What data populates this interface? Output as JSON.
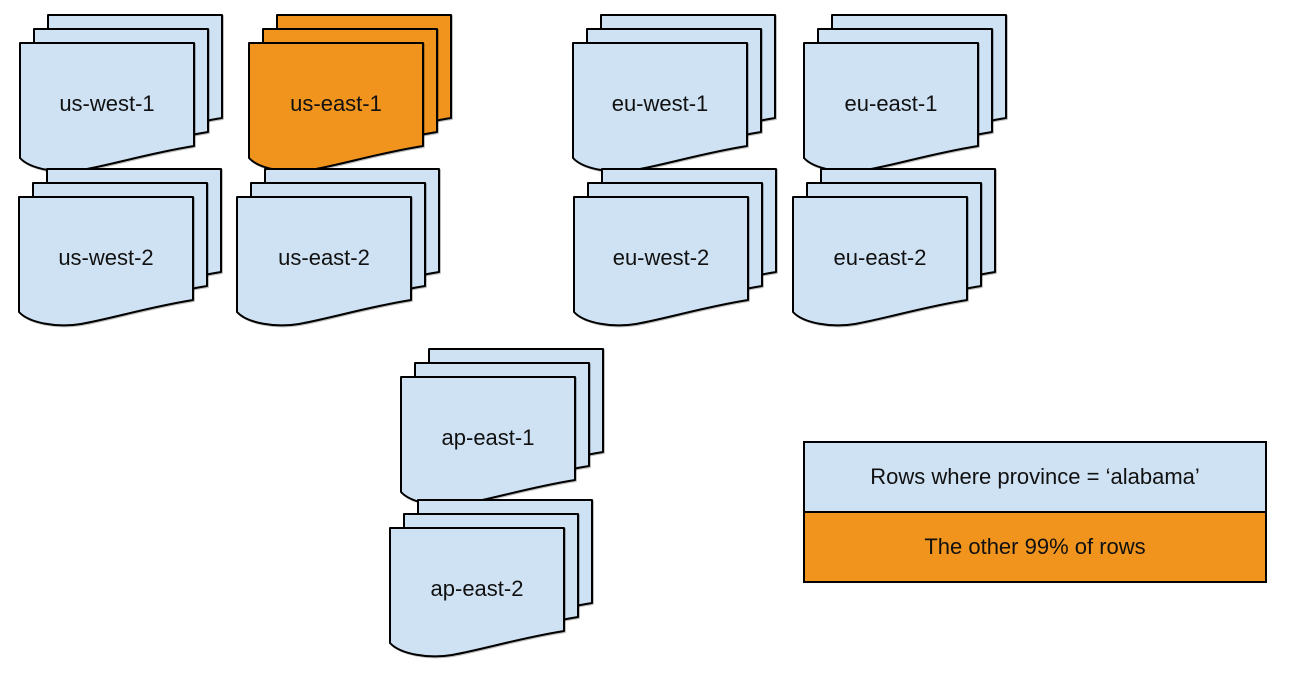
{
  "colors": {
    "doc-blue": "#cfe2f3",
    "doc-orange": "#f0941e",
    "stroke": "#000000",
    "text": "#111111"
  },
  "stacks": [
    {
      "label": "us-west-1",
      "highlighted": false
    },
    {
      "label": "us-east-1",
      "highlighted": true
    },
    {
      "label": "eu-west-1",
      "highlighted": false
    },
    {
      "label": "eu-east-1",
      "highlighted": false
    },
    {
      "label": "us-west-2",
      "highlighted": false
    },
    {
      "label": "us-east-2",
      "highlighted": false
    },
    {
      "label": "eu-west-2",
      "highlighted": false
    },
    {
      "label": "eu-east-2",
      "highlighted": false
    },
    {
      "label": "ap-east-1",
      "highlighted": false
    },
    {
      "label": "ap-east-2",
      "highlighted": false
    }
  ],
  "legend": {
    "blue_label": "Rows where province = ‘alabama’",
    "orange_label": "The other 99% of rows"
  }
}
